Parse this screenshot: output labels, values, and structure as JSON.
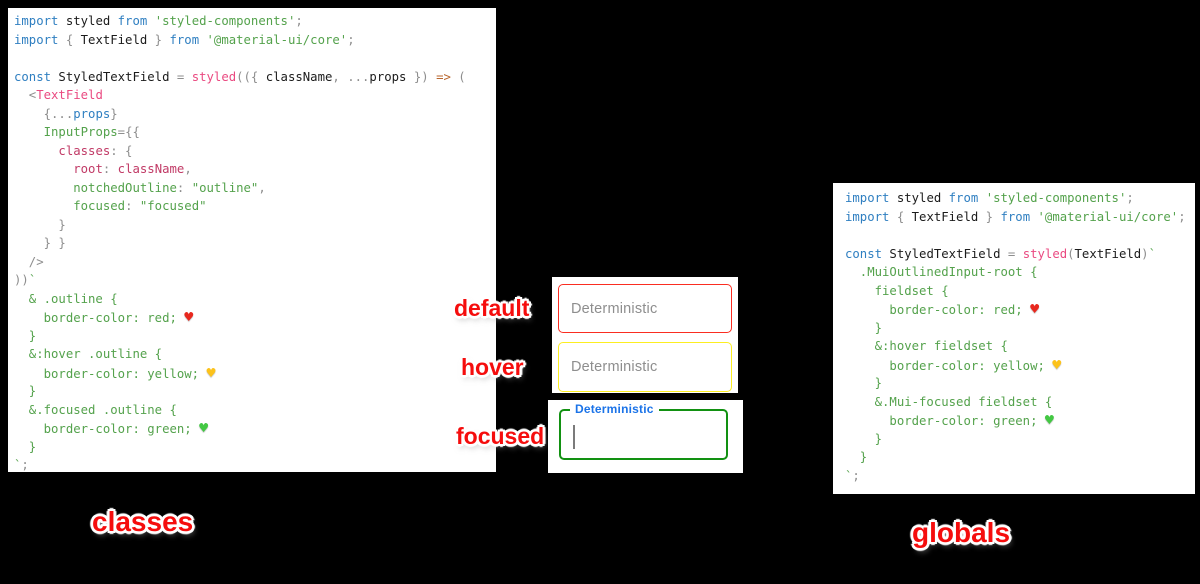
{
  "colors": {
    "kw": "#2f7fc1",
    "pink": "#ea4a81",
    "crimson": "#c13a66",
    "green": "#54a24c",
    "plain": "#1b1b1b",
    "gray": "#8e8e8e",
    "orange": "#b9662d",
    "heart_red": "#e8281e",
    "heart_yellow": "#fcc21b",
    "heart_green": "#43c843",
    "label_red": "#f50d0d",
    "field_red": "#fa2d21",
    "field_yellow": "#fcee21",
    "field_green": "#129112",
    "focus_label_blue": "#1a73e8",
    "placeholder_gray": "#8e8e8e"
  },
  "code_panels": {
    "classes": {
      "lines": [
        [
          {
            "t": "import",
            "c": "kw"
          },
          {
            "t": " styled ",
            "c": "plain"
          },
          {
            "t": "from",
            "c": "kw"
          },
          {
            "t": " ",
            "c": "plain"
          },
          {
            "t": "'styled-components'",
            "c": "green"
          },
          {
            "t": ";",
            "c": "gray"
          }
        ],
        [
          {
            "t": "import",
            "c": "kw"
          },
          {
            "t": " { ",
            "c": "gray"
          },
          {
            "t": "TextField",
            "c": "plain"
          },
          {
            "t": " } ",
            "c": "gray"
          },
          {
            "t": "from",
            "c": "kw"
          },
          {
            "t": " ",
            "c": "plain"
          },
          {
            "t": "'@material-ui/core'",
            "c": "green"
          },
          {
            "t": ";",
            "c": "gray"
          }
        ],
        [],
        [
          {
            "t": "const",
            "c": "kw"
          },
          {
            "t": " StyledTextField ",
            "c": "plain"
          },
          {
            "t": "= ",
            "c": "gray"
          },
          {
            "t": "styled",
            "c": "pink"
          },
          {
            "t": "(({ ",
            "c": "gray"
          },
          {
            "t": "className",
            "c": "plain"
          },
          {
            "t": ", ",
            "c": "gray"
          },
          {
            "t": "...",
            "c": "gray"
          },
          {
            "t": "props",
            "c": "plain"
          },
          {
            "t": " }) ",
            "c": "gray"
          },
          {
            "t": "=>",
            "c": "orange"
          },
          {
            "t": " (",
            "c": "gray"
          }
        ],
        [
          {
            "t": "  <",
            "c": "gray"
          },
          {
            "t": "TextField",
            "c": "pink"
          }
        ],
        [
          {
            "t": "    {...",
            "c": "gray"
          },
          {
            "t": "props",
            "c": "kw"
          },
          {
            "t": "}",
            "c": "gray"
          }
        ],
        [
          {
            "t": "    ",
            "c": "plain"
          },
          {
            "t": "InputProps",
            "c": "green"
          },
          {
            "t": "={{",
            "c": "gray"
          }
        ],
        [
          {
            "t": "      ",
            "c": "plain"
          },
          {
            "t": "classes",
            "c": "crimson"
          },
          {
            "t": ": {",
            "c": "gray"
          }
        ],
        [
          {
            "t": "        ",
            "c": "plain"
          },
          {
            "t": "root",
            "c": "crimson"
          },
          {
            "t": ": ",
            "c": "gray"
          },
          {
            "t": "className",
            "c": "crimson"
          },
          {
            "t": ",",
            "c": "gray"
          }
        ],
        [
          {
            "t": "        ",
            "c": "plain"
          },
          {
            "t": "notchedOutline",
            "c": "green"
          },
          {
            "t": ": ",
            "c": "gray"
          },
          {
            "t": "\"outline\"",
            "c": "green"
          },
          {
            "t": ",",
            "c": "gray"
          }
        ],
        [
          {
            "t": "        ",
            "c": "plain"
          },
          {
            "t": "focused",
            "c": "green"
          },
          {
            "t": ": ",
            "c": "gray"
          },
          {
            "t": "\"focused\"",
            "c": "green"
          }
        ],
        [
          {
            "t": "      }",
            "c": "gray"
          }
        ],
        [
          {
            "t": "    } }",
            "c": "gray"
          }
        ],
        [
          {
            "t": "  />",
            "c": "gray"
          }
        ],
        [
          {
            "t": "))",
            "c": "gray"
          },
          {
            "t": "`",
            "c": "green"
          }
        ],
        [
          {
            "t": "  & .outline {",
            "c": "green"
          }
        ],
        [
          {
            "t": "    border-color: red; ",
            "c": "green"
          },
          {
            "t": "♥",
            "c": "heart_red"
          }
        ],
        [
          {
            "t": "  }",
            "c": "green"
          }
        ],
        [
          {
            "t": "  &:hover .outline {",
            "c": "green"
          }
        ],
        [
          {
            "t": "    border-color: yellow; ",
            "c": "green"
          },
          {
            "t": "♥",
            "c": "heart_yellow"
          }
        ],
        [
          {
            "t": "  }",
            "c": "green"
          }
        ],
        [
          {
            "t": "  &.focused .outline {",
            "c": "green"
          }
        ],
        [
          {
            "t": "    border-color: green; ",
            "c": "green"
          },
          {
            "t": "♥",
            "c": "heart_green"
          }
        ],
        [
          {
            "t": "  }",
            "c": "green"
          }
        ],
        [
          {
            "t": "`",
            "c": "green"
          },
          {
            "t": ";",
            "c": "gray"
          }
        ]
      ]
    },
    "globals": {
      "lines": [
        [
          {
            "t": "import",
            "c": "kw"
          },
          {
            "t": " styled ",
            "c": "plain"
          },
          {
            "t": "from",
            "c": "kw"
          },
          {
            "t": " ",
            "c": "plain"
          },
          {
            "t": "'styled-components'",
            "c": "green"
          },
          {
            "t": ";",
            "c": "gray"
          }
        ],
        [
          {
            "t": "import",
            "c": "kw"
          },
          {
            "t": " { ",
            "c": "gray"
          },
          {
            "t": "TextField",
            "c": "plain"
          },
          {
            "t": " } ",
            "c": "gray"
          },
          {
            "t": "from",
            "c": "kw"
          },
          {
            "t": " ",
            "c": "plain"
          },
          {
            "t": "'@material-ui/core'",
            "c": "green"
          },
          {
            "t": ";",
            "c": "gray"
          }
        ],
        [],
        [
          {
            "t": "const",
            "c": "kw"
          },
          {
            "t": " StyledTextField ",
            "c": "plain"
          },
          {
            "t": "= ",
            "c": "gray"
          },
          {
            "t": "styled",
            "c": "pink"
          },
          {
            "t": "(",
            "c": "gray"
          },
          {
            "t": "TextField",
            "c": "plain"
          },
          {
            "t": ")",
            "c": "gray"
          },
          {
            "t": "`",
            "c": "green"
          }
        ],
        [
          {
            "t": "  .MuiOutlinedInput-root {",
            "c": "green"
          }
        ],
        [
          {
            "t": "    fieldset {",
            "c": "green"
          }
        ],
        [
          {
            "t": "      border-color: red; ",
            "c": "green"
          },
          {
            "t": "♥",
            "c": "heart_red"
          }
        ],
        [
          {
            "t": "    }",
            "c": "green"
          }
        ],
        [
          {
            "t": "    &:hover fieldset {",
            "c": "green"
          }
        ],
        [
          {
            "t": "      border-color: yellow; ",
            "c": "green"
          },
          {
            "t": "♥",
            "c": "heart_yellow"
          }
        ],
        [
          {
            "t": "    }",
            "c": "green"
          }
        ],
        [
          {
            "t": "    &.Mui-focused fieldset {",
            "c": "green"
          }
        ],
        [
          {
            "t": "      border-color: green; ",
            "c": "green"
          },
          {
            "t": "♥",
            "c": "heart_green"
          }
        ],
        [
          {
            "t": "    }",
            "c": "green"
          }
        ],
        [
          {
            "t": "  }",
            "c": "green"
          }
        ],
        [
          {
            "t": "`",
            "c": "green"
          },
          {
            "t": ";",
            "c": "gray"
          }
        ]
      ]
    }
  },
  "annotations": {
    "default": "default",
    "hover": "hover",
    "focused": "focused",
    "classes_caption": "classes",
    "globals_caption": "globals"
  },
  "textfields": {
    "default_label": "Deterministic",
    "hover_label": "Deterministic",
    "focused_label": "Deterministic"
  }
}
